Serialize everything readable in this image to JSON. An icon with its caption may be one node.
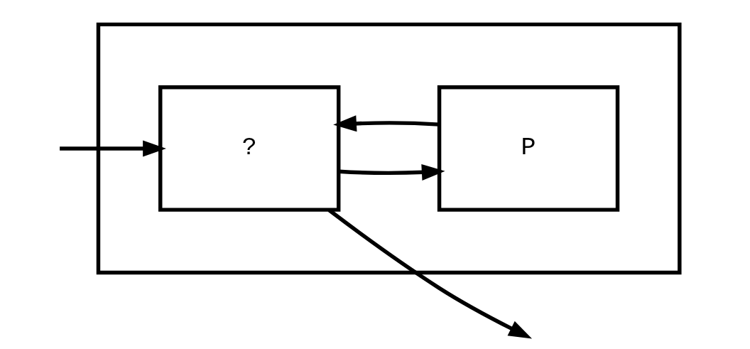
{
  "diagram": {
    "nodes": [
      {
        "text": [],
        "shape": "box"
      },
      {
        "text": [
          "?"
        ],
        "in": 0
      },
      {
        "text": [
          "P"
        ],
        "in": 0
      }
    ],
    "edges": [
      {
        "from": 1,
        "to": null,
        "arrow": "to"
      },
      {
        "from": null,
        "to": 1,
        "arrow": "to"
      },
      {
        "from": 1,
        "to": 2,
        "arrow": "to"
      },
      {
        "from": 2,
        "to": 1,
        "arrow": "to"
      }
    ]
  }
}
